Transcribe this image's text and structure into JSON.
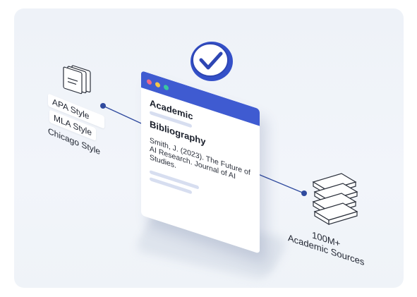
{
  "styles": {
    "items": [
      "APA Style",
      "MLA Style",
      "Chicago Style"
    ]
  },
  "document": {
    "heading_line1": "Academic",
    "heading_line2": "Bibliography",
    "reference": "Smith, J. (2023). The Future of AI Research. Journal of AI Studies."
  },
  "sources": {
    "count": "100M+",
    "label": "Academic Sources"
  },
  "icons": {
    "badge": "check-icon",
    "stack_left": "documents-stack-icon",
    "stack_right": "book-stack-icon"
  },
  "colors": {
    "accent": "#3f5bd1",
    "dot_red": "#f06a8a",
    "dot_yellow": "#f4c64a",
    "dot_green": "#39c6a0",
    "connector": "#2f4a9e"
  }
}
